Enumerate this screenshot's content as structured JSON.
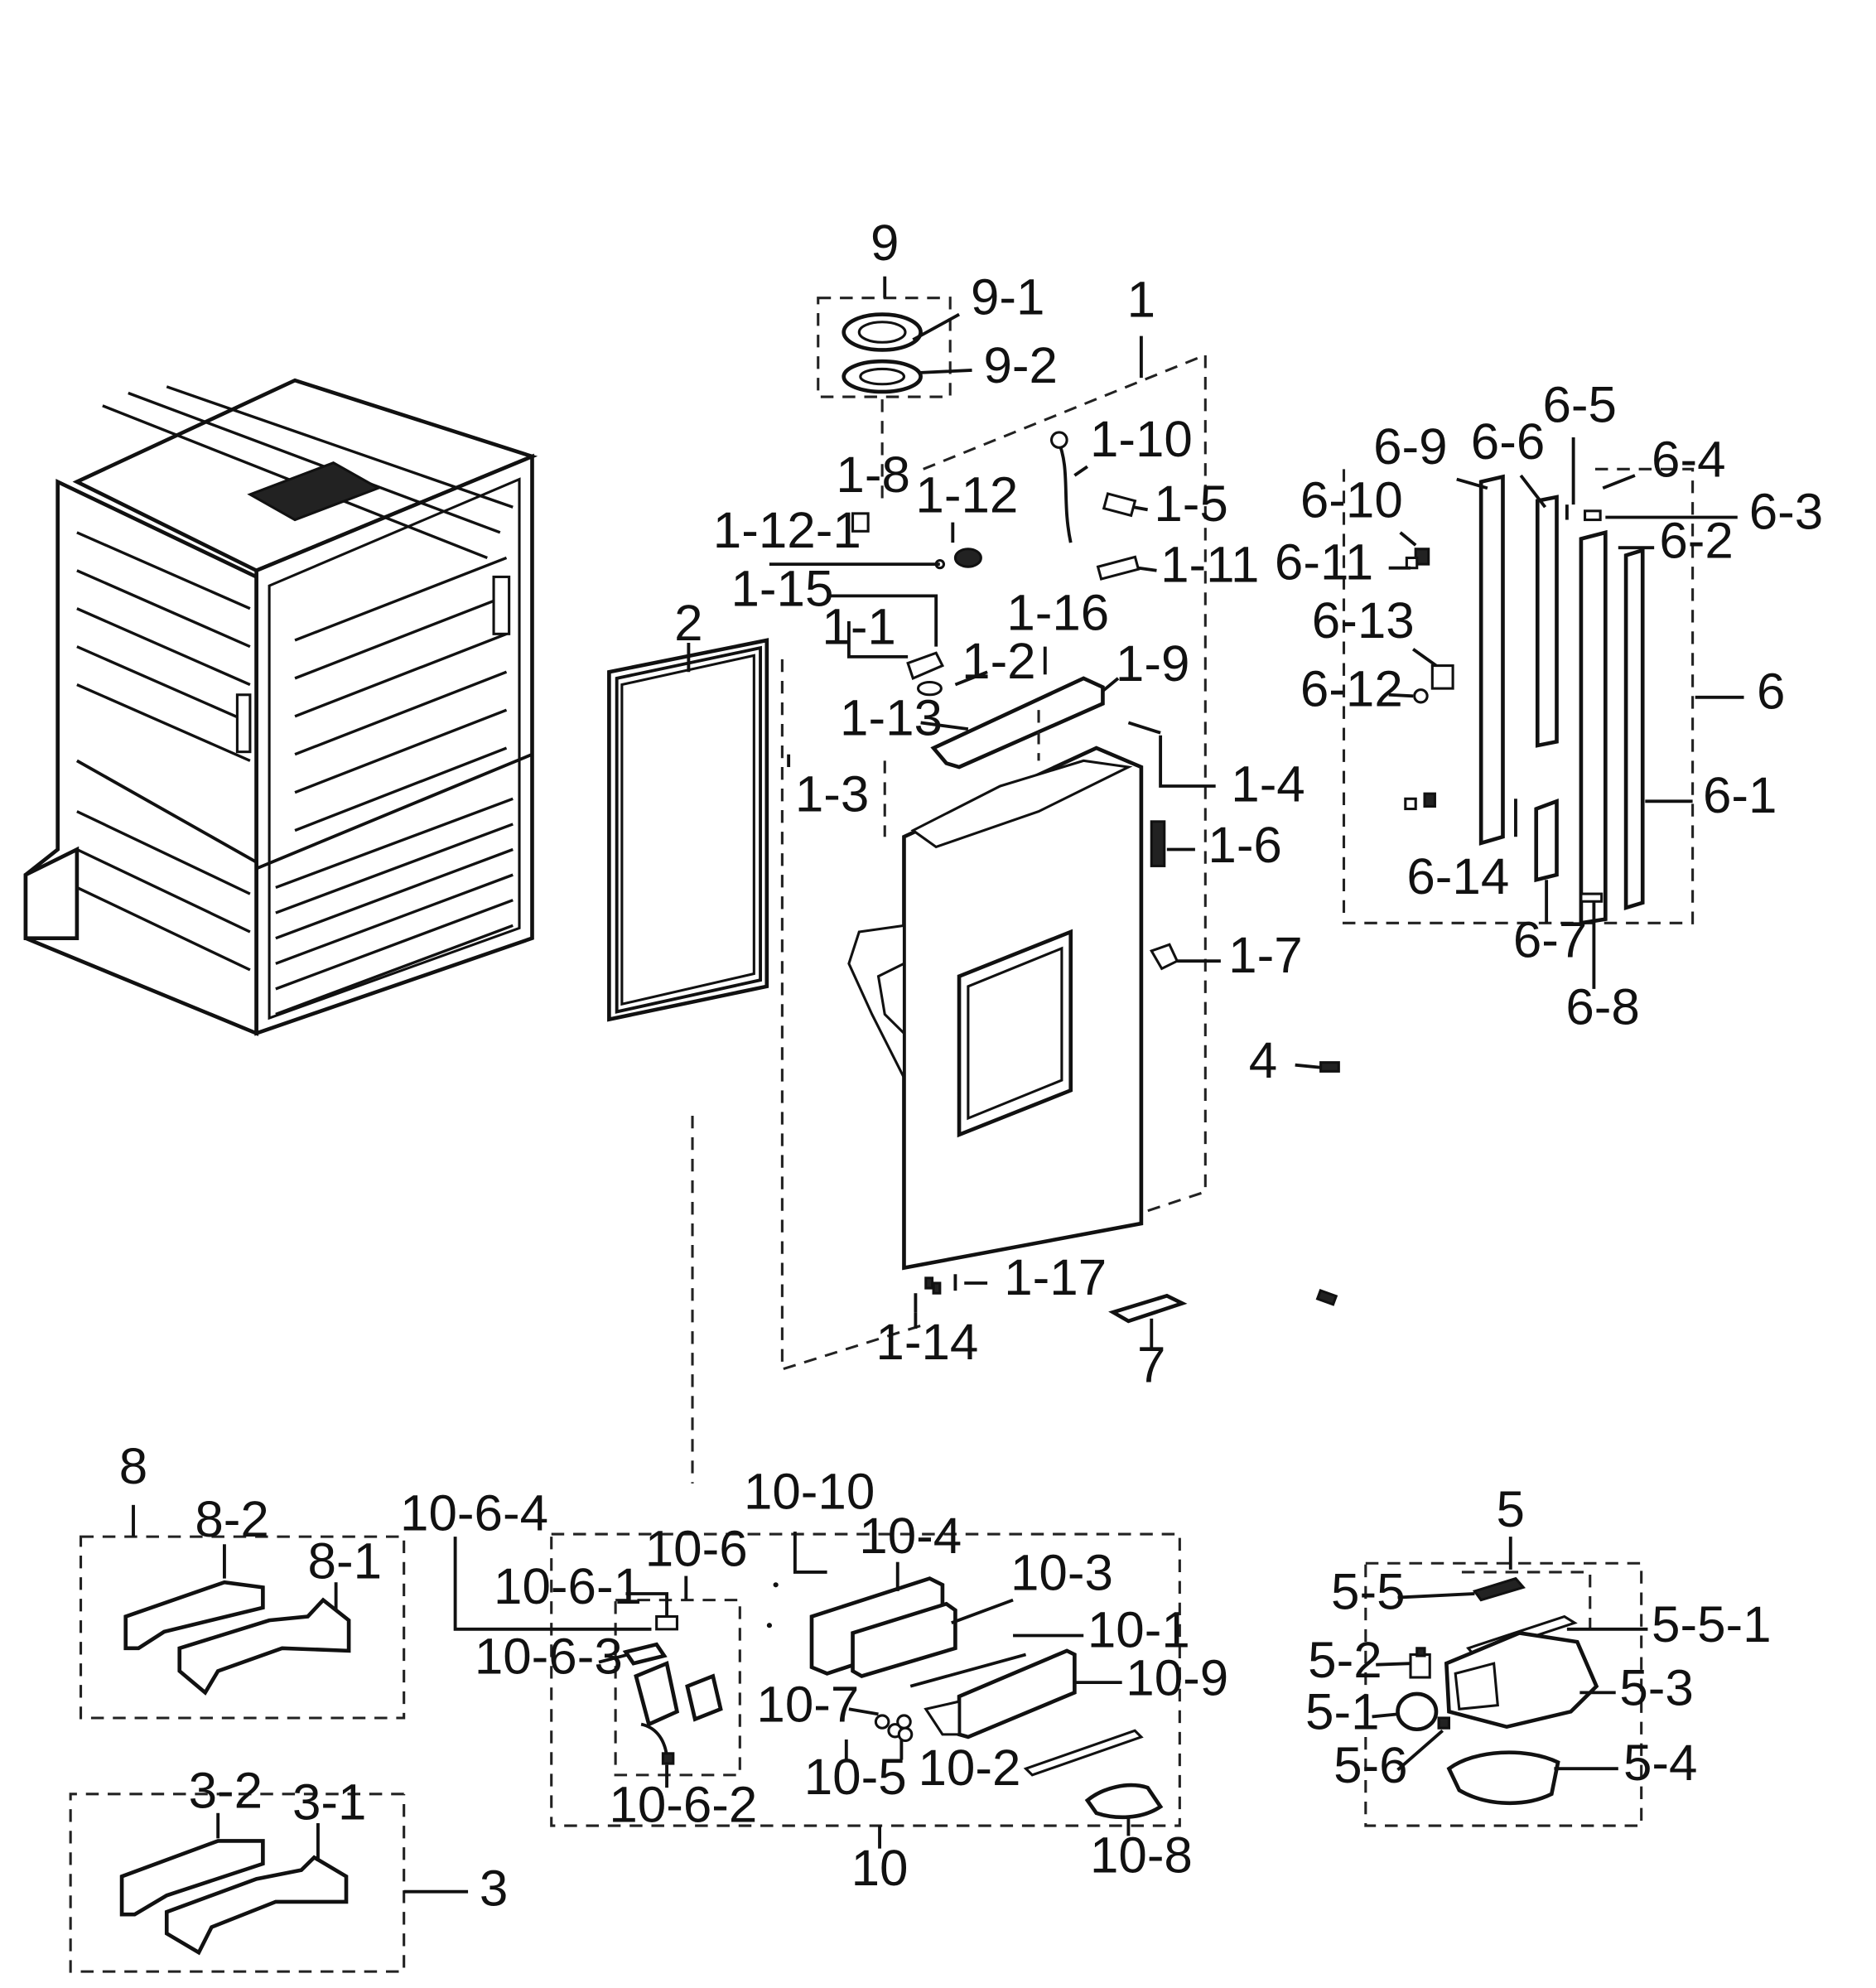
{
  "labels": {
    "l9": "9",
    "l9_1": "9-1",
    "l9_2": "9-2",
    "l1": "1",
    "l1_1": "1-1",
    "l1_2": "1-2",
    "l1_3": "1-3",
    "l1_4": "1-4",
    "l1_5": "1-5",
    "l1_6": "1-6",
    "l1_7": "1-7",
    "l1_8": "1-8",
    "l1_9": "1-9",
    "l1_10": "1-10",
    "l1_11": "1-11",
    "l1_12": "1-12",
    "l1_12_1": "1-12-1",
    "l1_13": "1-13",
    "l1_14": "1-14",
    "l1_15": "1-15",
    "l1_16": "1-16",
    "l1_17": "1-17",
    "l2": "2",
    "l4": "4",
    "l7": "7",
    "l6": "6",
    "l6_1": "6-1",
    "l6_2": "6-2",
    "l6_3": "6-3",
    "l6_4": "6-4",
    "l6_5": "6-5",
    "l6_6": "6-6",
    "l6_7": "6-7",
    "l6_8": "6-8",
    "l6_9": "6-9",
    "l6_10": "6-10",
    "l6_11": "6-11",
    "l6_12": "6-12",
    "l6_13": "6-13",
    "l6_14": "6-14",
    "l8": "8",
    "l8_1": "8-1",
    "l8_2": "8-2",
    "l3": "3",
    "l3_1": "3-1",
    "l3_2": "3-2",
    "l10": "10",
    "l10_1": "10-1",
    "l10_2": "10-2",
    "l10_3": "10-3",
    "l10_4": "10-4",
    "l10_5": "10-5",
    "l10_6": "10-6",
    "l10_6_1": "10-6-1",
    "l10_6_2": "10-6-2",
    "l10_6_3": "10-6-3",
    "l10_6_4": "10-6-4",
    "l10_7": "10-7",
    "l10_8": "10-8",
    "l10_9": "10-9",
    "l10_10": "10-10",
    "l5": "5",
    "l5_1": "5-1",
    "l5_2": "5-2",
    "l5_3": "5-3",
    "l5_4": "5-4",
    "l5_5": "5-5",
    "l5_5_1": "5-5-1",
    "l5_6": "5-6"
  }
}
